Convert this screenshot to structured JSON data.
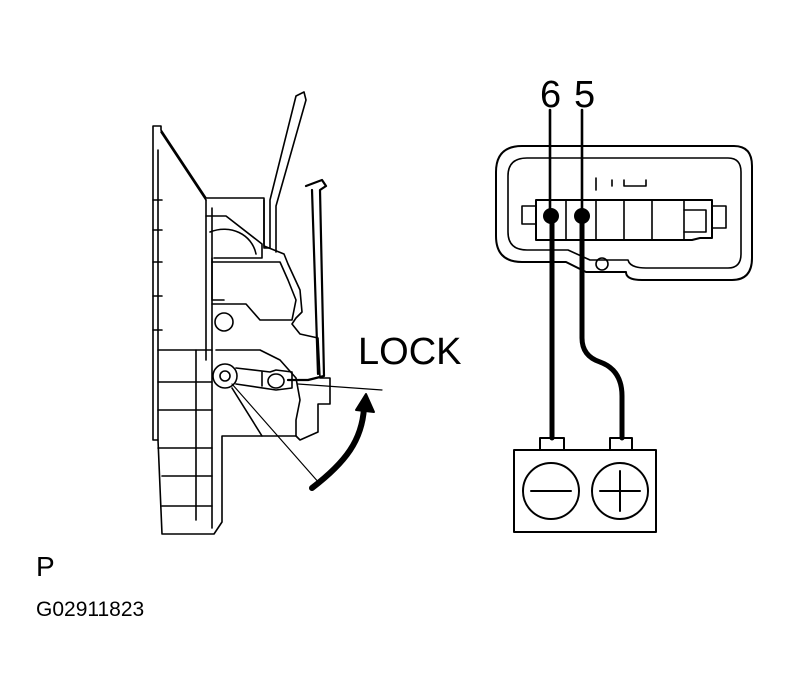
{
  "labels": {
    "lock": "LOCK",
    "pin_6": "6",
    "pin_5": "5",
    "view": "P",
    "figure_code": "G02911823"
  },
  "battery": {
    "negative_symbol": "−",
    "positive_symbol": "+"
  }
}
